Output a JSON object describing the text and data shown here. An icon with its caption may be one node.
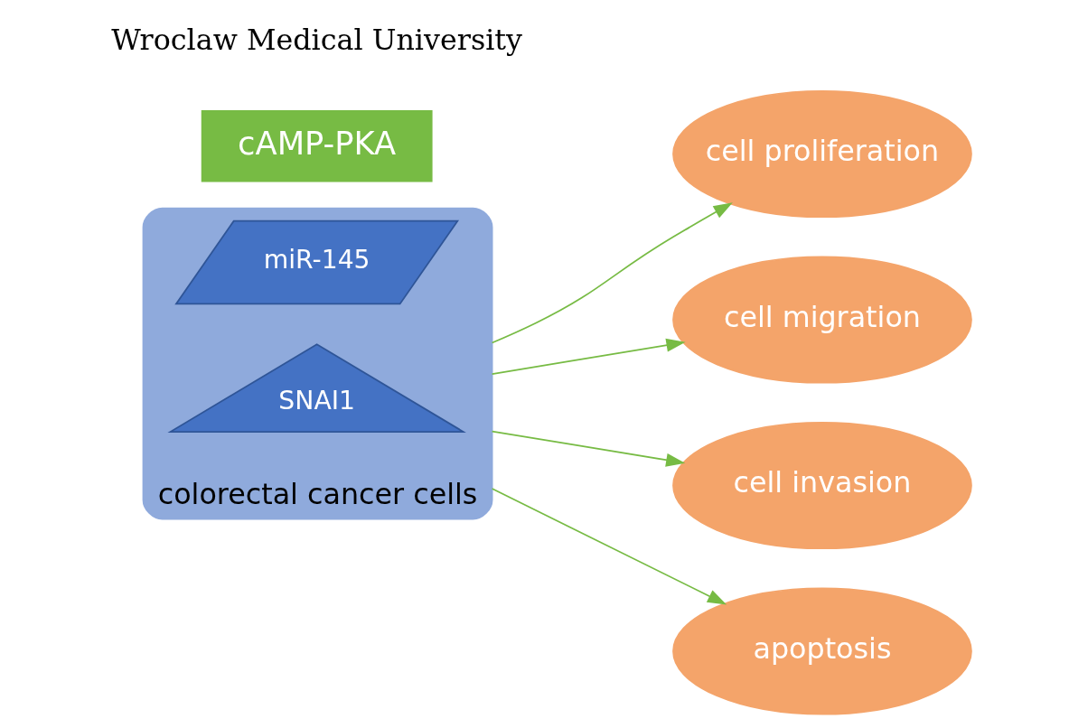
{
  "diagram": {
    "nodes": [
      {
        "text": [
          "colorectal cancer cells"
        ]
      },
      {
        "text": [
          "SNAI1"
        ],
        "in": 0
      },
      {
        "text": [
          "miR-145"
        ],
        "in": 0
      },
      {
        "text": [
          "cAMP-PKA"
        ]
      },
      {
        "text": [
          "cell proliferation"
        ]
      },
      {
        "text": [
          "cell migration"
        ]
      },
      {
        "text": [
          "cell invasion"
        ]
      },
      {
        "text": [
          "apoptosis"
        ]
      }
    ],
    "edges": [
      {
        "from": 0,
        "to": 4,
        "arrow": "to",
        "color": "#77bb44"
      },
      {
        "from": 0,
        "to": 5,
        "arrow": "to",
        "color": "#77bb44"
      },
      {
        "from": 0,
        "to": 6,
        "arrow": "to",
        "color": "#77bb44"
      },
      {
        "from": 0,
        "to": 7,
        "arrow": "to",
        "color": "#77bb44"
      }
    ],
    "labels": [
      "Wroclaw Medical University"
    ]
  }
}
